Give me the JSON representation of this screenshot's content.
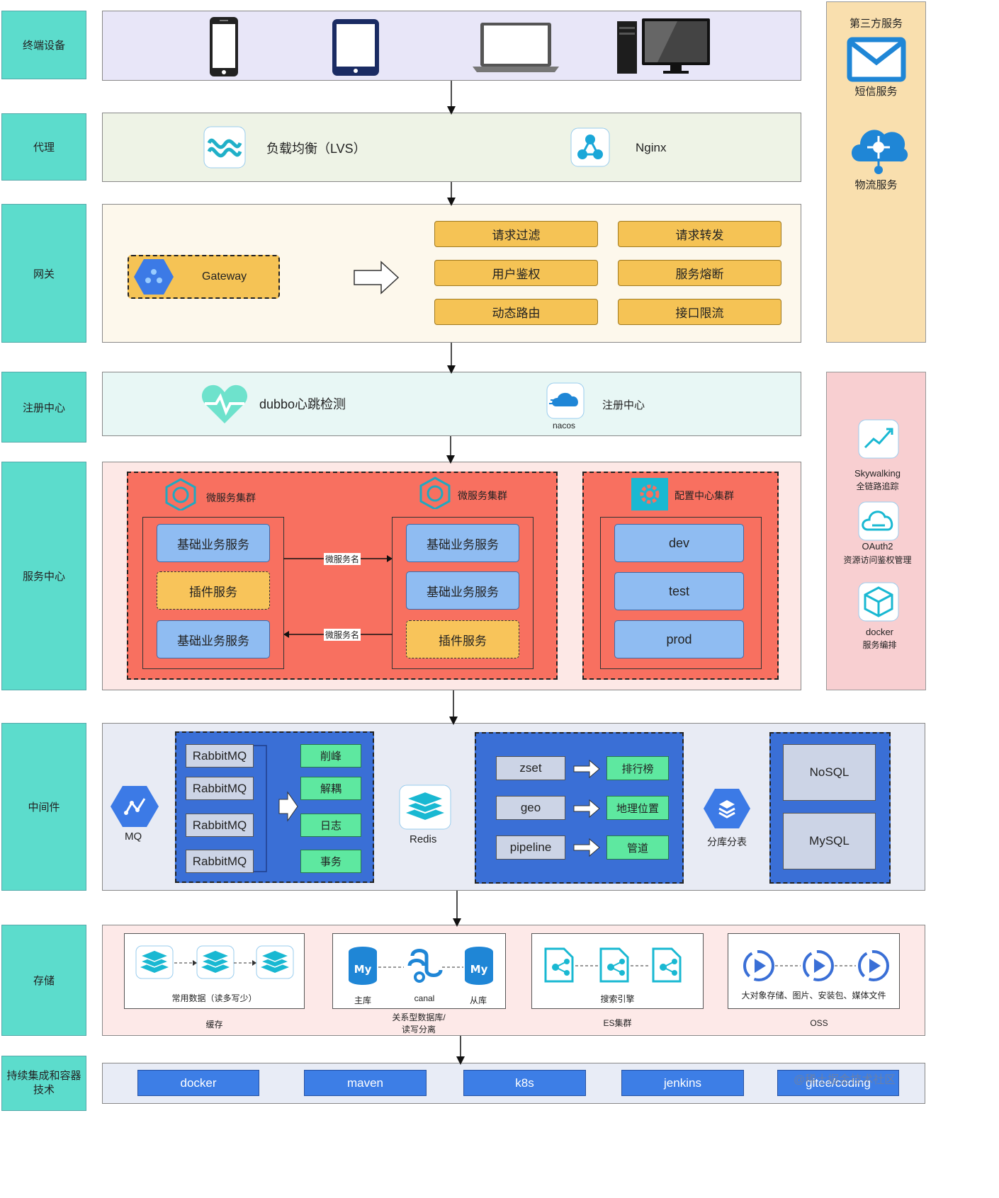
{
  "layers": {
    "terminal": "终端设备",
    "proxy": "代理",
    "gateway": "网关",
    "registry": "注册中心",
    "service": "服务中心",
    "middleware": "中间件",
    "storage": "存储",
    "ci": "持续集成和容器\n技术"
  },
  "proxy": {
    "lvs": "负载均衡（LVS）",
    "nginx": "Nginx"
  },
  "gateway": {
    "name": "Gateway",
    "features": [
      "请求过滤",
      "请求转发",
      "用户鉴权",
      "服务熔断",
      "动态路由",
      "接口限流"
    ]
  },
  "registry": {
    "heartbeat": "dubbo心跳检测",
    "nacos": "nacos",
    "center": "注册中心"
  },
  "service_center": {
    "cluster_title": "微服务集群",
    "left_items": [
      "基础业务服务",
      "插件服务",
      "基础业务服务"
    ],
    "right_items": [
      "基础业务服务",
      "基础业务服务",
      "插件服务"
    ],
    "link_label": "微服务名",
    "config_title": "配置中心集群",
    "envs": [
      "dev",
      "test",
      "prod"
    ]
  },
  "third_party": {
    "title": "第三方服务",
    "sms": "短信服务",
    "logistics": "物流服务"
  },
  "ops": {
    "skywalking": "Skywalking",
    "skywalking_desc": "全链路追踪",
    "oauth": "OAuth2",
    "oauth_desc": "资源访问鉴权管理",
    "docker": "docker",
    "docker_desc": "服务编排"
  },
  "middleware": {
    "mq": "MQ",
    "rabbit": [
      "RabbitMQ",
      "RabbitMQ",
      "RabbitMQ",
      "RabbitMQ"
    ],
    "mq_uses": [
      "削峰",
      "解耦",
      "日志",
      "事务"
    ],
    "redis": "Redis",
    "redis_types": [
      "zset",
      "geo",
      "pipeline"
    ],
    "redis_uses": [
      "排行榜",
      "地理位置",
      "管道"
    ],
    "sharding": "分库分表",
    "db": [
      "NoSQL",
      "MySQL"
    ]
  },
  "storage": {
    "cache_desc": "常用数据（读多写少）",
    "cache": "缓存",
    "master": "主库",
    "canal": "canal",
    "slave": "从库",
    "rdb_line1": "关系型数据库/",
    "rdb_line2": "读写分离",
    "search": "搜索引擎",
    "es": "ES集群",
    "oss_desc": "大对象存储、图片、安装包、媒体文件",
    "oss": "OSS"
  },
  "ci_tools": [
    "docker",
    "maven",
    "k8s",
    "jenkins",
    "gitee/coding"
  ],
  "watermark": "@稀土掘金技术社区",
  "colors": {
    "label": "#5cdccc",
    "terminal_bg": "#e8e6f8",
    "proxy_bg": "#eef3e6",
    "gateway_bg": "#fdf8ec",
    "registry_bg": "#e8f7f5",
    "service_bg": "#fde8e6",
    "cluster_red": "#f87060",
    "middle_bg": "#e8ebf4",
    "storage_bg": "#fde9e8",
    "ci_bg": "#e8ecf6",
    "third_bg": "#f9dfae",
    "ops_bg": "#f8cfd1"
  }
}
